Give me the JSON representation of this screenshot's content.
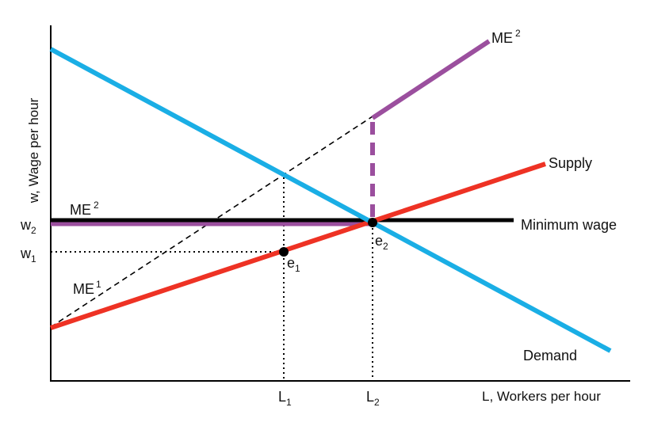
{
  "diagram": {
    "axes": {
      "y_label": "w, Wage per hour",
      "x_label": "L, Workers per hour"
    },
    "ticks": {
      "w2": {
        "base": "w",
        "sub": "2"
      },
      "w1": {
        "base": "w",
        "sub": "1"
      },
      "L1": {
        "base": "L",
        "sub": "1"
      },
      "L2": {
        "base": "L",
        "sub": "2"
      }
    },
    "curves": {
      "demand": {
        "label": "Demand",
        "color": "#1aaee5"
      },
      "supply": {
        "label": "Supply",
        "color": "#ee3224"
      },
      "minimum_wage": {
        "label": "Minimum wage",
        "color": "#000000"
      },
      "me2_upper": {
        "base": "ME",
        "sup": "2",
        "color": "#9b4f9e"
      },
      "me2_flat": {
        "base": "ME",
        "sup": "2",
        "color": "#9b4f9e"
      },
      "me1": {
        "base": "ME",
        "sup": "1",
        "color": "#000000"
      }
    },
    "points": {
      "e1": {
        "base": "e",
        "sub": "1"
      },
      "e2": {
        "base": "e",
        "sub": "2"
      }
    }
  }
}
